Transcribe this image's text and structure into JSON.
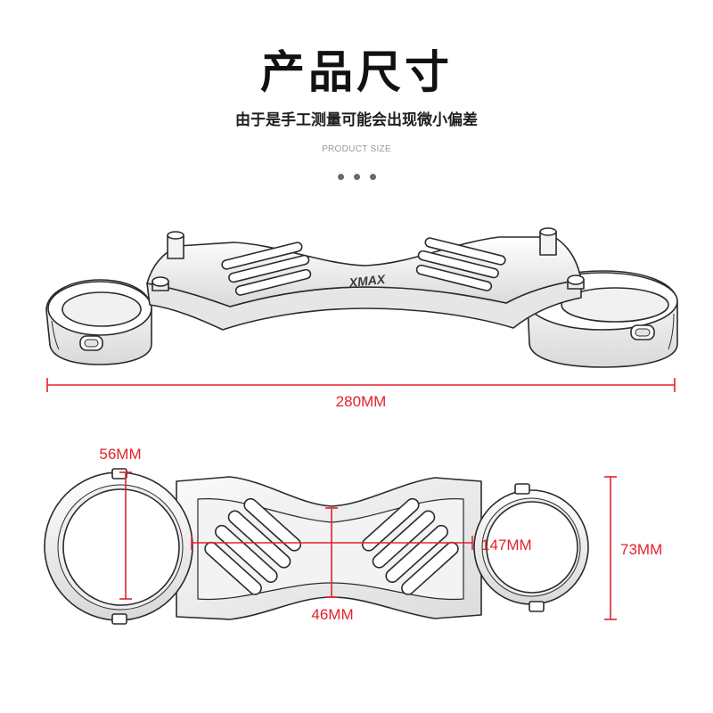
{
  "header": {
    "title": "产品尺寸",
    "subtitle": "由于是手工测量可能会出现微小偏差",
    "caption": "PRODUCT SIZE"
  },
  "product": {
    "logo_text": "XMAX"
  },
  "dimensions": {
    "overall_length": "280MM",
    "clamp_diameter": "56MM",
    "center_distance": "147MM",
    "center_width": "46MM",
    "end_width": "73MM"
  },
  "colors": {
    "accent": "#e3222b",
    "title": "#111111",
    "caption": "#999999",
    "line_art": "#2b2b2b",
    "dots": "#6a6a6a"
  }
}
